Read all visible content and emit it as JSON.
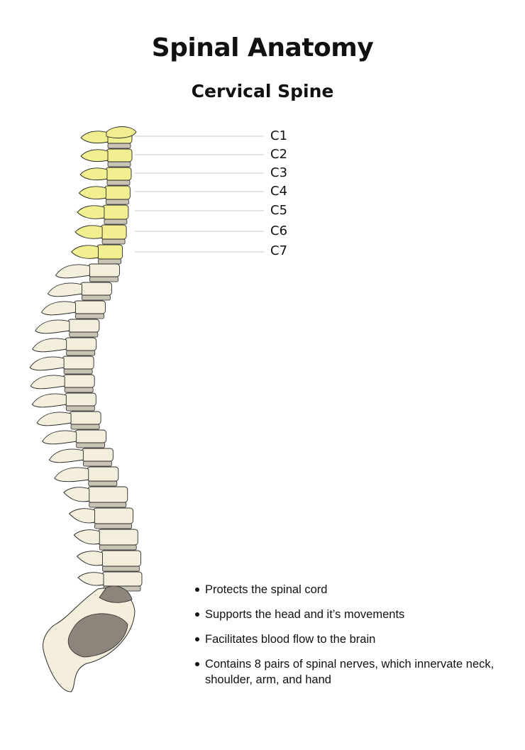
{
  "title": "Spinal Anatomy",
  "subtitle": "Cervical Spine",
  "vertebrae": [
    "C1",
    "C2",
    "C3",
    "C4",
    "C5",
    "C6",
    "C7"
  ],
  "facts": [
    "Protects the spinal cord",
    "Supports the head and it’s movements",
    "Facilitates blood flow to the brain",
    "Contains 8 pairs of spinal nerves, which innervate neck, shoulder, arm, and hand"
  ],
  "colors": {
    "highlight": "#f1ef8f",
    "bone": "#f3efdc",
    "disc": "#c9c3b4",
    "sacrum_shadow": "#8d857b",
    "outline": "#2a2a2a",
    "leader": "#c8c8c8"
  }
}
